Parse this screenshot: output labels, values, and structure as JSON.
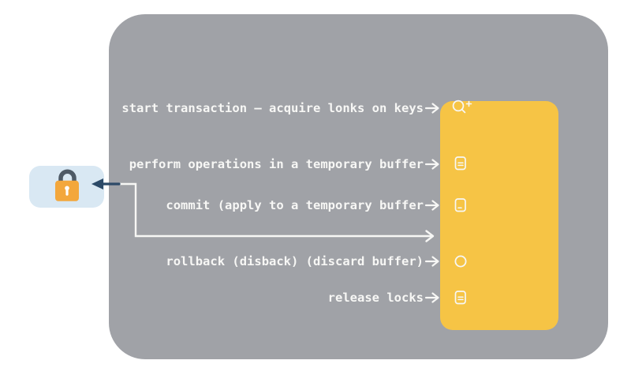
{
  "colors": {
    "panel_gray": "#A0A2A7",
    "panel_yellow": "#F6C445",
    "card_blue": "#D9E8F3",
    "lock_body": "#F3A73C",
    "lock_shackle": "#4E5A66",
    "arrow_navy": "#2C4A68",
    "text_white": "#F7F7F5"
  },
  "diagram": {
    "lock": {
      "icon": "padlock-icon"
    },
    "steps": [
      {
        "label": "start transaction — acquire lonks on keys",
        "icon": "search-plus-icon"
      },
      {
        "label": "perform operations in a temporary buffer",
        "icon": "file-lines-icon"
      },
      {
        "label": "commit (apply to a temporary buffer",
        "icon": "file-icon"
      },
      {
        "label": "rollback (disback) (discard buffer)",
        "icon": "circle-icon"
      },
      {
        "label": "release locks",
        "icon": "file-lines-icon"
      }
    ]
  }
}
